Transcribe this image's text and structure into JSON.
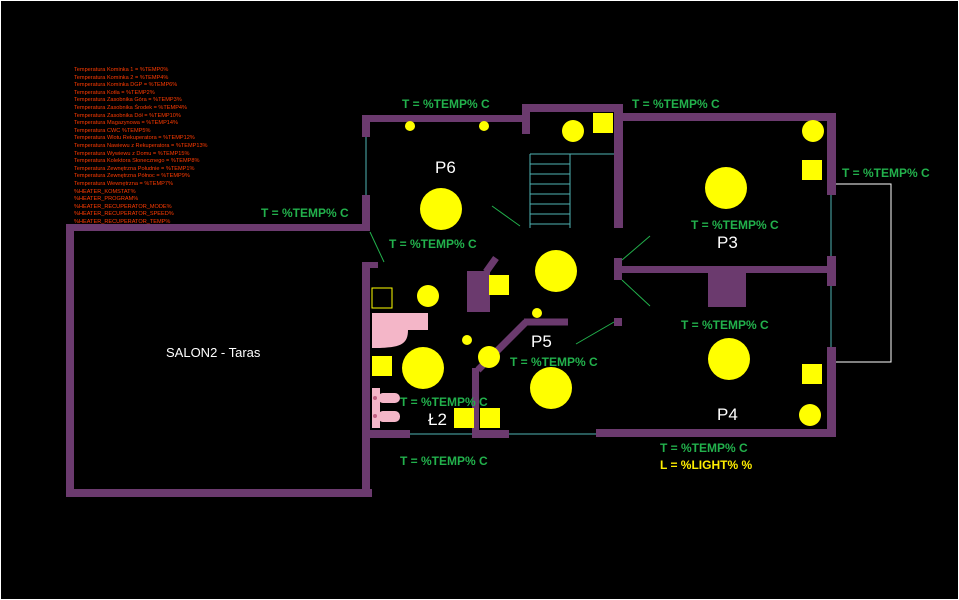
{
  "colors": {
    "background": "#000000",
    "wall": "#6b3a6e",
    "light": "#ffff00",
    "temp_text": "#22b14c",
    "light_text": "#ffee00",
    "variable_text": "#ff3b00",
    "fixture": "#f4b6c8"
  },
  "variable_list": [
    "Temperatura Kominka 1 = %TEMP0%",
    "Temperatura Kominka 2 = %TEMP4%",
    "Temperatura Kominka DGP = %TEMP6%",
    "Temperatura Kotła = %TEMP2%",
    "Temperatura Zasobnika Góra = %TEMP3%",
    "Temperatura Zasobnika Środek = %TEMP4%",
    "Temperatura Zasobnika Dół = %TEMP10%",
    "Temperatura Magazynowa = %TEMP14%",
    "Temperatura CWC %TEMP5%",
    "Temperatura Wlotu Rekuperatora = %TEMP12%",
    "Temperatura Nawiewu z Rekuperatora = %TEMP13%",
    "Temperatura Wywiewu z Domu = %TEMP15%",
    "Temperatura Kolektora Słonecznego = %TEMP8%",
    "Temperatura Zewnętrzna Południe = %TEMP1%",
    "Temperatura Zewnętrzna Północ = %TEMP9%",
    "Temperatura Wewnętrzna = %TEMP7%",
    "%HEATER_KOMSTAT%",
    "%HEATER_PROGRAM%",
    "%HEATER_RECUPERATOR_MODE%",
    "%HEATER_RECUPERATOR_SPEED%",
    "%HEATER_RECUPERATOR_TEMP%"
  ],
  "rooms": {
    "salon2": "SALON2 - Taras",
    "p6": "P6",
    "p3": "P3",
    "p4": "P4",
    "p5": "P5",
    "l2": "Ł2"
  },
  "temp_labels": {
    "p6_top": "T = %TEMP% C",
    "stairs_top": "T = %TEMP% C",
    "p3_right": "T = %TEMP% C",
    "salon_top": "T = %TEMP% C",
    "p3_center": "T = %TEMP% C",
    "hall": "T = %TEMP% C",
    "p4_center": "T = %TEMP% C",
    "p5": "T = %TEMP% C",
    "l2": "T = %TEMP% C",
    "l2_bottom": "T = %TEMP% C",
    "p4_bottom": "T = %TEMP% C"
  },
  "light_label": "L = %LIGHT% %"
}
